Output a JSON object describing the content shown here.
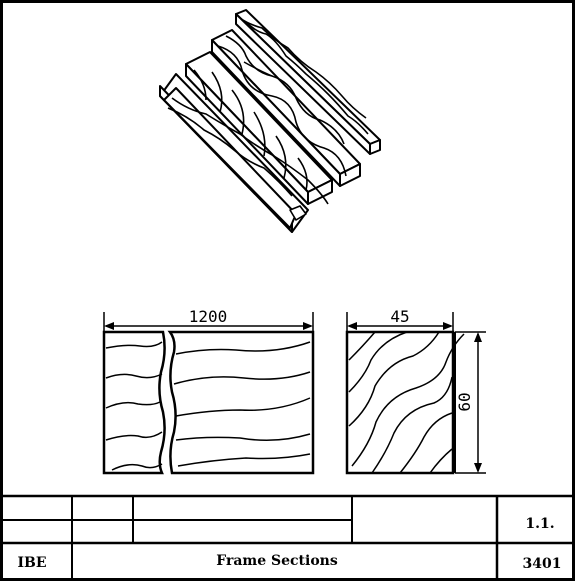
{
  "drawing": {
    "dimensions": {
      "length": "1200",
      "width": "45",
      "height": "60"
    }
  },
  "title_block": {
    "company": "IBE",
    "title": "Frame Sections",
    "sheet_ref": "1.1.",
    "drawing_number": "3401"
  }
}
